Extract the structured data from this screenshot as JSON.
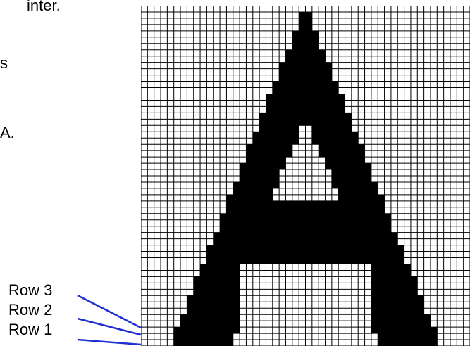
{
  "fragments": [
    "inter.",
    "s",
    "A."
  ],
  "row_labels": [
    "Row 3",
    "Row 2",
    "Row 1"
  ],
  "colors": {
    "fill": "#000000",
    "grid": "#000000",
    "pointer": "#1f2fd1",
    "background": "#ffffff"
  },
  "grid": {
    "columns": 50,
    "rows": 54,
    "description": "pixel grid with bitmap letter A"
  }
}
